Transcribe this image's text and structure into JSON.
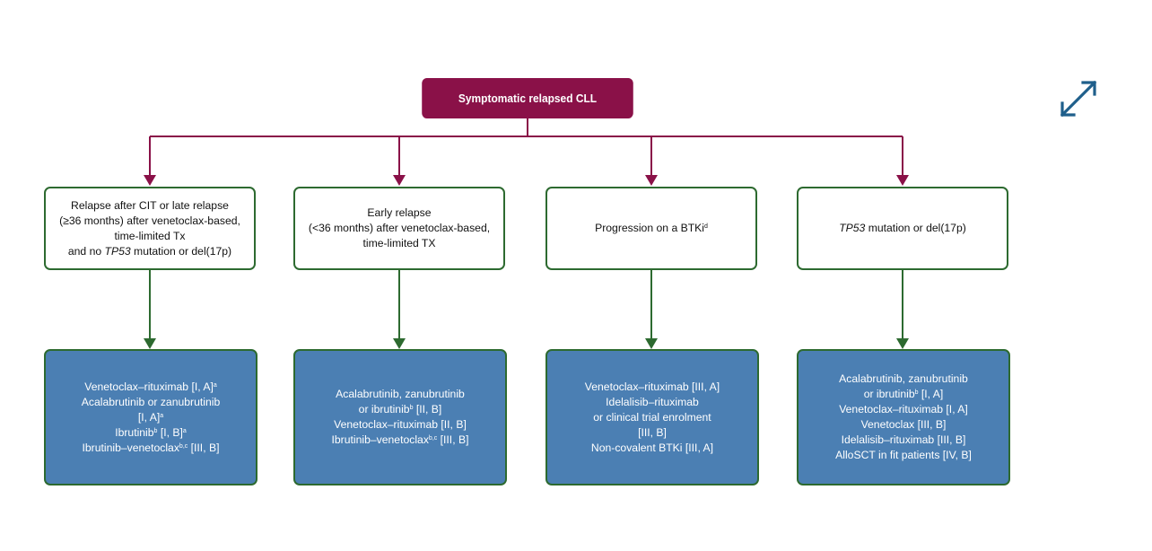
{
  "colors": {
    "root_bg": "#8a1148",
    "root_connector": "#8a1148",
    "green_border": "#2d6a30",
    "treatment_bg": "#4b7fb3",
    "expand_icon": "#1f5f8b"
  },
  "root": {
    "label": "Symptomatic relapsed CLL"
  },
  "branches": [
    {
      "condition": [
        [
          {
            "t": "Relapse after CIT or late relapse"
          }
        ],
        [
          {
            "t": "(≥36 months) after venetoclax-based,"
          }
        ],
        [
          {
            "t": "time-limited Tx"
          }
        ],
        [
          {
            "t": "and no "
          },
          {
            "t": "TP53",
            "i": true
          },
          {
            "t": " mutation or del(17p)"
          }
        ]
      ],
      "treatment": [
        [
          {
            "t": "Venetoclax–rituximab [I, A]"
          },
          {
            "t": "a",
            "sup": true
          }
        ],
        [
          {
            "t": "Acalabrutinib or zanubrutinib"
          }
        ],
        [
          {
            "t": "[I, A]"
          },
          {
            "t": "a",
            "sup": true
          }
        ],
        [
          {
            "t": "Ibrutinib"
          },
          {
            "t": "b",
            "sup": true
          },
          {
            "t": " [I, B]"
          },
          {
            "t": "a",
            "sup": true
          }
        ],
        [
          {
            "t": "Ibrutinib–venetoclax"
          },
          {
            "t": "b,c",
            "sup": true
          },
          {
            "t": " [III, B]"
          }
        ]
      ]
    },
    {
      "condition": [
        [
          {
            "t": "Early relapse"
          }
        ],
        [
          {
            "t": "(<36 months) after venetoclax-based,"
          }
        ],
        [
          {
            "t": "time-limited TX"
          }
        ]
      ],
      "treatment": [
        [
          {
            "t": "Acalabrutinib, zanubrutinib"
          }
        ],
        [
          {
            "t": "or ibrutinib"
          },
          {
            "t": "b",
            "sup": true
          },
          {
            "t": " [II, B]"
          }
        ],
        [
          {
            "t": "Venetoclax–rituximab [II, B]"
          }
        ],
        [
          {
            "t": "Ibrutinib–venetoclax"
          },
          {
            "t": "b,c",
            "sup": true
          },
          {
            "t": " [III, B]"
          }
        ]
      ]
    },
    {
      "condition": [
        [
          {
            "t": "Progression on a BTKi"
          },
          {
            "t": "d",
            "sup": true
          }
        ]
      ],
      "treatment": [
        [
          {
            "t": "Venetoclax–rituximab [III, A]"
          }
        ],
        [
          {
            "t": "Idelalisib–rituximab"
          }
        ],
        [
          {
            "t": "or clinical trial enrolment"
          }
        ],
        [
          {
            "t": "[III, B]"
          }
        ],
        [
          {
            "t": "Non-covalent BTKi [III, A]"
          }
        ]
      ]
    },
    {
      "condition": [
        [
          {
            "t": "TP53",
            "i": true
          },
          {
            "t": " mutation or del(17p)"
          }
        ]
      ],
      "treatment": [
        [
          {
            "t": "Acalabrutinib, zanubrutinib"
          }
        ],
        [
          {
            "t": "or ibrutinib"
          },
          {
            "t": "b",
            "sup": true
          },
          {
            "t": " [I, A]"
          }
        ],
        [
          {
            "t": "Venetoclax–rituximab [I, A]"
          }
        ],
        [
          {
            "t": "Venetoclax [III, B]"
          }
        ],
        [
          {
            "t": "Idelalisib–rituximab [III, B]"
          }
        ],
        [
          {
            "t": "AlloSCT in fit patients [IV, B]"
          }
        ]
      ]
    }
  ],
  "icons": {
    "expand": "expand-arrows-icon"
  }
}
